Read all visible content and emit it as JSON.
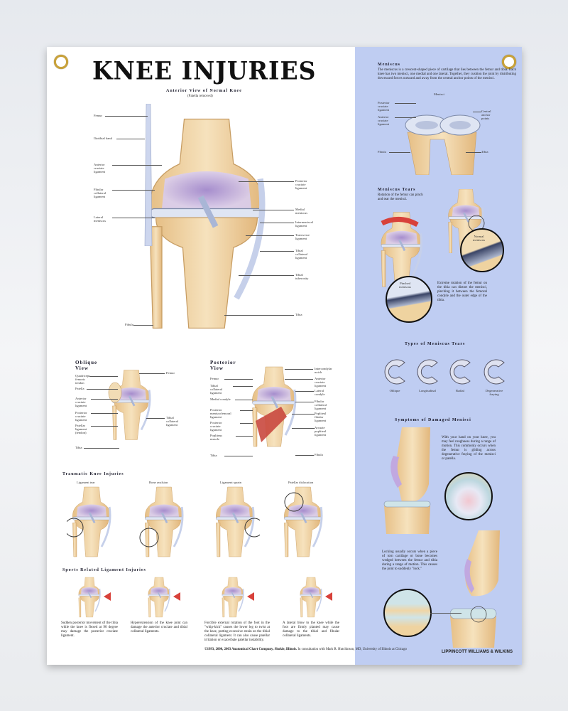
{
  "title": "KNEE INJURIES",
  "anterior": {
    "heading": "Anterior View of Normal Knee",
    "subheading": "(Patella removed)",
    "labels_left": [
      "Femur",
      "Iliotibial band",
      "Anterior\ncruciate\nligament",
      "Fibular\ncollateral\nligament",
      "Lateral\nmeniscus",
      "Fibula"
    ],
    "labels_right": [
      "Posterior\ncruciate\nligament",
      "Medial\nmeniscus",
      "Intermeniscal\nligament",
      "Transverse\nligament",
      "Tibial\ncollateral\nligament",
      "Tibial\ntuberosity",
      "Tibia"
    ]
  },
  "oblique": {
    "heading": "Oblique\nView",
    "labels_left": [
      "Quadriceps\nfemoris\ntendon",
      "Patella",
      "Anterior\ncruciate\nligament",
      "Posterior\ncruciate\nligament",
      "Patellar\nligament\n(tendon)",
      "Tibia"
    ],
    "labels_right": [
      "Femur",
      "Tibial\ncollateral\nligament"
    ]
  },
  "posterior": {
    "heading": "Posterior\nView",
    "labels_left": [
      "Femur",
      "Tibial\ncollateral\nligament",
      "Medial condyle",
      "Posterior\nmeniscofemoral\nligament",
      "Posterior\ncruciate\nligament",
      "Popliteus\nmuscle",
      "Tibia"
    ],
    "labels_right": [
      "Intercondylar\nnotch",
      "Anterior\ncruciate\nligament",
      "Lateral\ncondyle",
      "Fibular\ncollateral\nligament",
      "Popliteal\nfibular\nligament",
      "Arcuate\npopliteal\nligament",
      "Fibula"
    ]
  },
  "traumatic": {
    "heading": "Traumatic Knee Injuries",
    "items": [
      "Ligament tear",
      "Bone avulsion",
      "Ligament sprain",
      "Patellar dislocation"
    ]
  },
  "sports": {
    "heading": "Sports Related Ligament Injuries",
    "captions": [
      "Sudden posterior movement of the tibia while the knee is flexed at 90 degree may damage the posterior cruciate ligament.",
      "Hyperextension of the knee joint can damage the anterior cruciate and tibial collateral ligaments.",
      "Forcible external rotation of the foot in the \"whip-kick\" causes the lower leg to twist at the knee, putting excessive strain on the tibial collateral ligament. It can also cause patellar irritation or exacerbate patellar instability.",
      "A lateral blow to the knee while the foot are firmly planted may cause damage to the tibial and fibular collateral ligaments."
    ]
  },
  "meniscus": {
    "heading": "Meniscus",
    "text": "The meniscus is a crescent-shaped piece of cartilage that lies between the femur and tibia. Each knee has two menisci, one medial and one lateral. Together, they cushion the joint by distributing downward forces outward and away from the central anchor points of the menisci.",
    "labels": [
      "Menisci",
      "Posterior\ncruciate\nligament",
      "Anterior\ncruciate\nligament",
      "Central\nanchor\npoints",
      "Fibula",
      "Tibia"
    ]
  },
  "tears": {
    "heading": "Meniscus Tears",
    "text": "Rotation of the femur can pinch and tear the menisci.",
    "normal_label": "Normal\nmeniscus",
    "pinched_label": "Pinched\nmeniscus",
    "caption": "Extreme rotation of the femur on the tibia can distort the menisci, pinching it between the femoral condyle and the outer edge of the tibia."
  },
  "types": {
    "heading": "Types of Meniscus Tears",
    "items": [
      "Oblique",
      "Longitudinal",
      "Radial",
      "Degenerative\nfraying"
    ]
  },
  "symptoms": {
    "heading": "Symptoms of Damaged Menisci",
    "roughness_text": "With your hand on your knee, you may feel roughness during a range of motion. This commonly occurs when the femur is gliding across degenerative fraying of the menisci or patella.",
    "locking_text": "Locking usually occurs when a piece of torn cartilage or bone becomes wedged between the femur and tibia during a range of motion. This causes the joint to suddenly \"lock.\""
  },
  "footer": {
    "copyright": "©1993, 2000, 2003 Anatomical Chart Company, Skokie, Illinois.",
    "consultation": "In consultation with Mark R. Hutchinson, MD, University of Illinois at Chicago",
    "publisher": "LIPPINCOTT WILLIAMS & WILKINS"
  },
  "colors": {
    "panel": "#bfcdf2",
    "bone": "#efd3a0",
    "cartilage": "#b9a6dc",
    "ligament": "#cdd6ee",
    "muscle": "#c9483e",
    "grommet": "#c9a23a"
  }
}
